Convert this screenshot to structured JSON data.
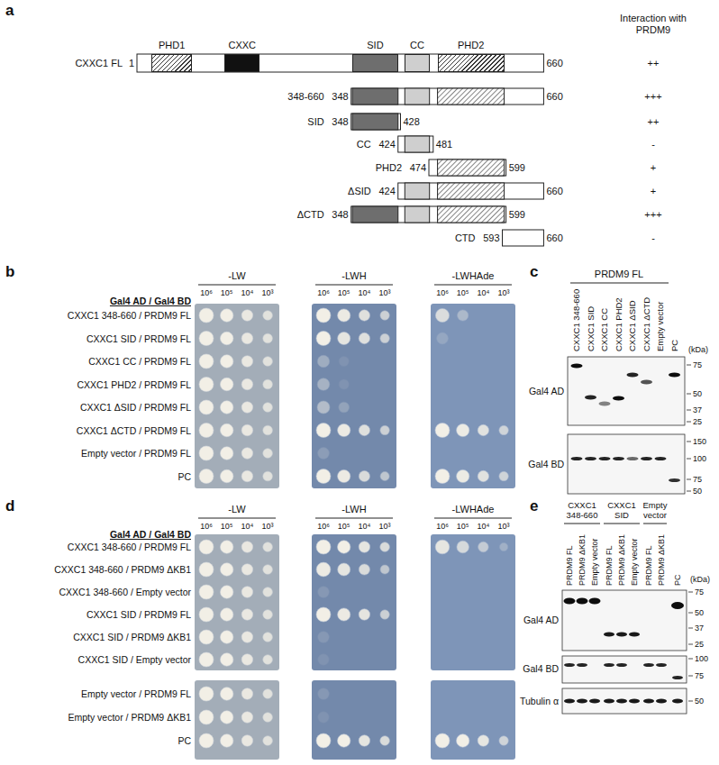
{
  "diagram": {
    "nodes": [
      {
        "text": [
          "PHD1"
        ]
      },
      {
        "text": [
          "CXXC"
        ]
      },
      {
        "text": [
          "SID"
        ]
      },
      {
        "text": [
          "CC"
        ]
      },
      {
        "text": [
          "PHD2"
        ]
      }
    ],
    "labels": [
      "a",
      "b",
      "c",
      "d",
      "e",
      "CXXC1 FL",
      "1",
      "660",
      "Interaction with PRDM9",
      "++",
      "348-660",
      "348",
      "660",
      "+++",
      "SID",
      "348",
      "428",
      "++",
      "CC",
      "424",
      "481",
      "-",
      "PHD2",
      "474",
      "599",
      "+",
      "ΔSID",
      "424",
      "660",
      "+",
      "ΔCTD",
      "348",
      "599",
      "+++",
      "CTD",
      "593",
      "660",
      "-",
      "-LW",
      "10⁶",
      "10⁵",
      "10⁴",
      "10³",
      "-LWH",
      "10⁶",
      "10⁵",
      "10⁴",
      "10³",
      "-LWHAde",
      "10⁶",
      "10⁵",
      "10⁴",
      "10³",
      "Gal4 AD / Gal4 BD",
      "CXXC1 348-660 / PRDM9 FL",
      "CXXC1 SID / PRDM9 FL",
      "CXXC1 CC / PRDM9 FL",
      "CXXC1 PHD2 / PRDM9 FL",
      "CXXC1 ΔSID / PRDM9 FL",
      "CXXC1 ΔCTD / PRDM9 FL",
      "Empty vector / PRDM9 FL",
      "PC",
      "PRDM9 FL",
      "CXXC1 348-660",
      "CXXC1 SID",
      "CXXC1 CC",
      "CXXC1 PHD2",
      "CXXC1 ΔSID",
      "CXXC1 ΔCTD",
      "Empty vector",
      "PC",
      "Gal4 AD",
      "Gal4 BD",
      "(kDa)",
      "75",
      "50",
      "37",
      "25",
      "150",
      "100",
      "75",
      "50",
      "-LW",
      "10⁶",
      "10⁵",
      "10⁴",
      "10³",
      "-LWH",
      "10⁶",
      "10⁵",
      "10⁴",
      "10³",
      "-LWHAde",
      "10⁶",
      "10⁵",
      "10⁴",
      "10³",
      "Gal4 AD / Gal4 BD",
      "CXXC1 348-660 / PRDM9 FL",
      "CXXC1 348-660 / PRDM9 ΔKB1",
      "CXXC1 348-660 / Empty vector",
      "CXXC1 SID / PRDM9 FL",
      "CXXC1 SID / PRDM9 ΔKB1",
      "CXXC1 SID / Empty vector",
      "Empty vector / PRDM9 FL",
      "Empty vector / PRDM9 ΔKB1",
      "PC",
      "CXXC1 348-660",
      "CXXC1 SID",
      "Empty vector",
      "PRDM9 FL",
      "PRDM9 ΔKB1",
      "Empty vector",
      "PRDM9 FL",
      "PRDM9 ΔKB1",
      "Empty vector",
      "PRDM9 FL",
      "PRDM9 ΔKB1",
      "PC",
      "(kDa)",
      "Gal4 AD",
      "Gal4 BD",
      "Tubulin α",
      "75",
      "50",
      "37",
      "25",
      "100",
      "75",
      "50"
    ]
  }
}
